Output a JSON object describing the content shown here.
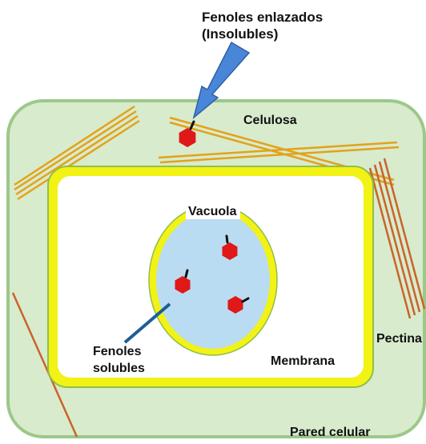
{
  "labels": {
    "bound_phenols_line1": "Fenoles enlazados",
    "bound_phenols_line2": "(Insolubles)",
    "cellulose": "Celulosa",
    "vacuole": "Vacuola",
    "soluble_phenols_line1": "Fenoles",
    "soluble_phenols_line2": "solubles",
    "membrane": "Membrana",
    "pectin": "Pectina",
    "cell_wall": "Pared celular"
  },
  "colors": {
    "cell_wall_fill": "#d8ebcd",
    "cell_wall_stroke": "#9cc88a",
    "membrane_yellow": "#f2f215",
    "membrane_edge": "#8fbf4a",
    "vacuole_fill": "#b9dcf2",
    "phenol_red": "#e01818",
    "cellulose_orange": "#e3a21a",
    "pectin_brown": "#c9642a",
    "arrow_blue": "#4a86d8",
    "pointer_blue": "#1c5e96"
  }
}
